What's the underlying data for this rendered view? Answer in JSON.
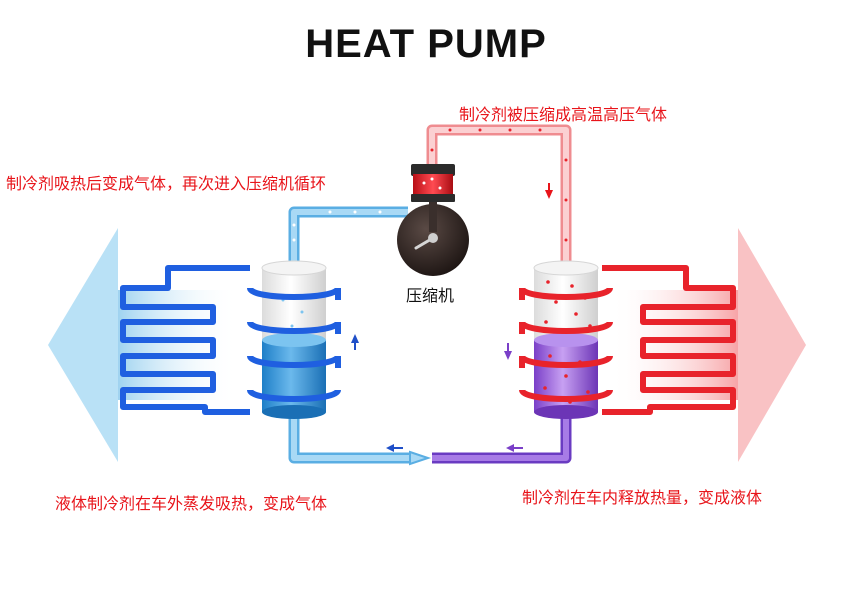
{
  "title": "HEAT PUMP",
  "labels": {
    "compressor_output": "制冷剂被压缩成高温高压气体",
    "evaporator_return": "制冷剂吸热后变成气体，再次进入压缩机循环",
    "compressor": "压缩机",
    "evaporator": "液体制冷剂在车外蒸发吸热，变成气体",
    "condenser": "制冷剂在车内释放热量，变成液体"
  },
  "colors": {
    "cold_pipe": "#7ec3ec",
    "cold_coil": "#1f5fe0",
    "hot_pipe": "#f7a4a7",
    "hot_coil": "#e8232b",
    "liquid_pipe": "#8b4fd9",
    "label_text": "#e8141a",
    "cold_arrow": "#9fd3f0",
    "hot_arrow": "#f7b3b6"
  }
}
